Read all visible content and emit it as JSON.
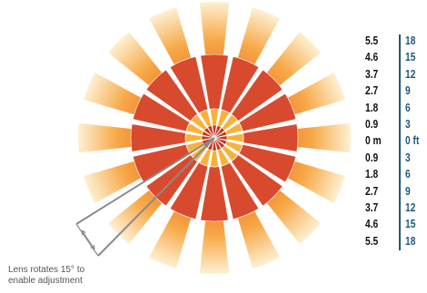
{
  "caption": {
    "line1": "Lens rotates 15° to",
    "line2": "enable adjustment"
  },
  "scale": {
    "rows": [
      {
        "m": "5.5",
        "ft": "18"
      },
      {
        "m": "4.6",
        "ft": "15"
      },
      {
        "m": "3.7",
        "ft": "12"
      },
      {
        "m": "2.7",
        "ft": "9"
      },
      {
        "m": "1.8",
        "ft": "6"
      },
      {
        "m": "0.9",
        "ft": "3"
      },
      {
        "m": "0 m",
        "ft": "0 ft"
      },
      {
        "m": "0.9",
        "ft": "3"
      },
      {
        "m": "1.8",
        "ft": "6"
      },
      {
        "m": "2.7",
        "ft": "9"
      },
      {
        "m": "3.7",
        "ft": "12"
      },
      {
        "m": "4.6",
        "ft": "15"
      },
      {
        "m": "5.5",
        "ft": "18"
      }
    ]
  },
  "pattern": {
    "beam_count": 16,
    "rotation_deg": 15
  },
  "colors": {
    "inner": "#d84a2e",
    "inner_edge": "#c23a22",
    "outer_near": "#f39a3a",
    "outer_far": "#fce8c0",
    "hub": "#f6b23c",
    "scale_feet": "#1e5a78",
    "indicator": "#8a8a8a"
  }
}
